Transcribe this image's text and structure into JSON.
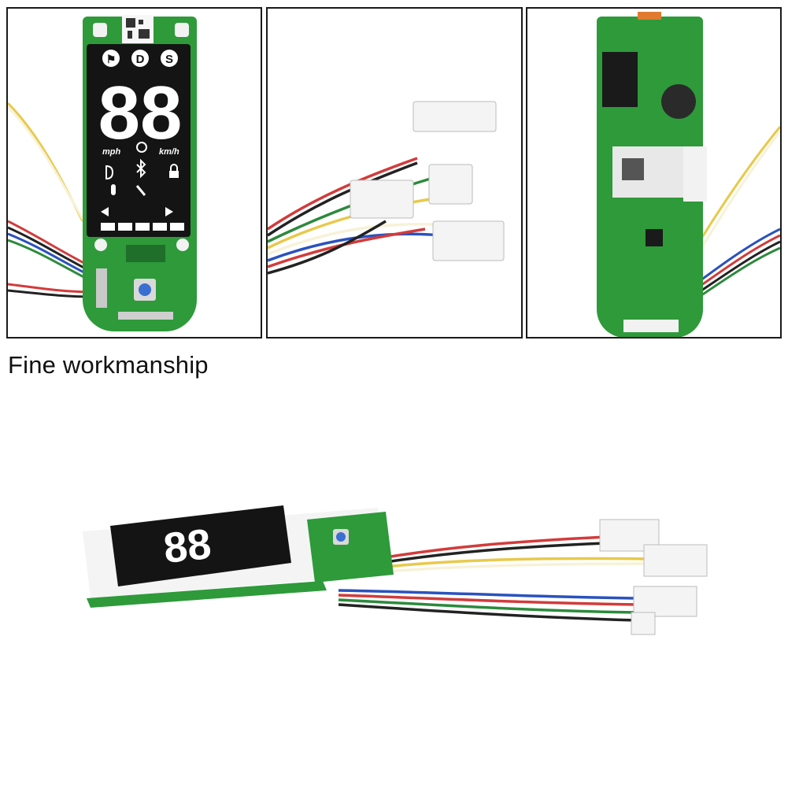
{
  "caption": "Fine workmanship",
  "display": {
    "mode_walk": "⚑",
    "mode_d": "D",
    "mode_s": "S",
    "digits": "88",
    "unit_mph": "mph",
    "unit_kmh": "km/h"
  },
  "colors": {
    "pcb_green": "#2e9a3a",
    "lcd_black": "#141414",
    "connector_white": "#f4f4f4",
    "border": "#1a1a1a"
  }
}
